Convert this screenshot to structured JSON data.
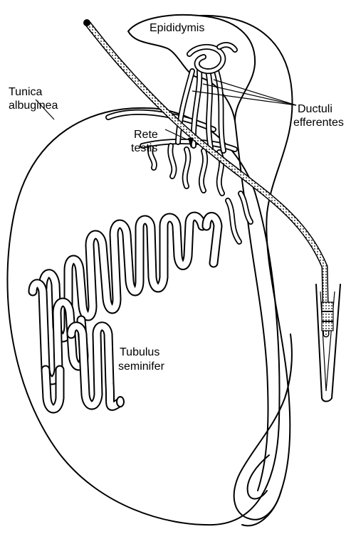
{
  "labels": {
    "epididymis": "Epididymis",
    "tunica_line1": "Tunica",
    "tunica_line2": "albuginea",
    "ductuli_line1": "Ductuli",
    "ductuli_line2": "efferentes",
    "rete_line1": "Rete",
    "rete_line2": "testis",
    "tubulus_line1": "Tubulus",
    "tubulus_line2": "seminifer"
  }
}
